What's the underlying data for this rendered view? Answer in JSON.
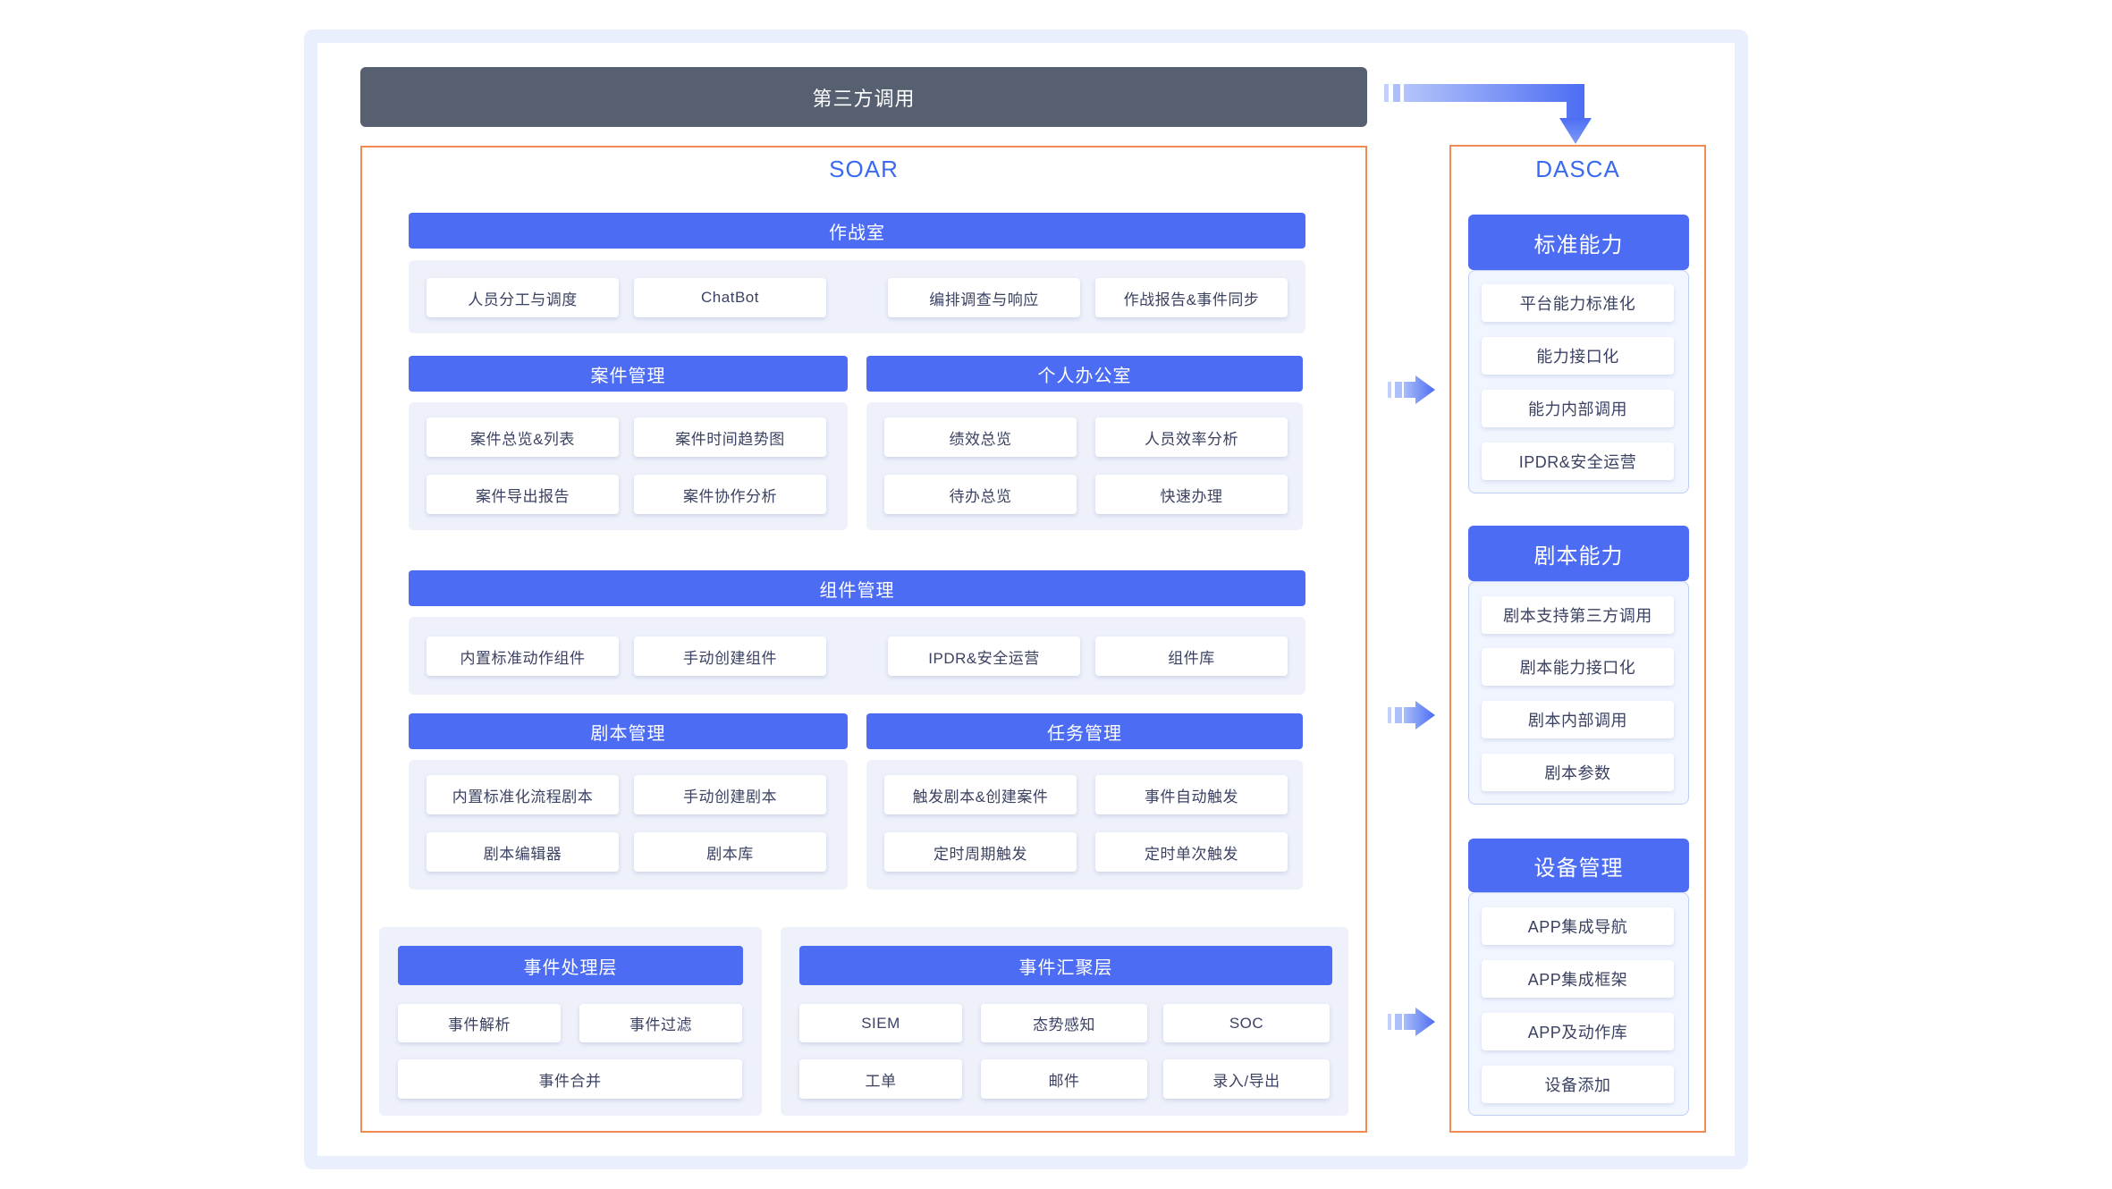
{
  "top_bar": {
    "label": "第三方调用"
  },
  "soar": {
    "title": "SOAR",
    "sections": {
      "war_room": {
        "header": "作战室",
        "cards": [
          "人员分工与调度",
          "ChatBot",
          "编排调查与响应",
          "作战报告&事件同步"
        ]
      },
      "case_mgmt": {
        "header": "案件管理",
        "cards": [
          "案件总览&列表",
          "案件时间趋势图",
          "案件导出报告",
          "案件协作分析"
        ]
      },
      "personal_office": {
        "header": "个人办公室",
        "cards": [
          "绩效总览",
          "人员效率分析",
          "待办总览",
          "快速办理"
        ]
      },
      "component_mgmt": {
        "header": "组件管理",
        "cards": [
          "内置标准动作组件",
          "手动创建组件",
          "IPDR&安全运营",
          "组件库"
        ]
      },
      "playbook_mgmt": {
        "header": "剧本管理",
        "cards": [
          "内置标准化流程剧本",
          "手动创建剧本",
          "剧本编辑器",
          "剧本库"
        ]
      },
      "task_mgmt": {
        "header": "任务管理",
        "cards": [
          "触发剧本&创建案件",
          "事件自动触发",
          "定时周期触发",
          "定时单次触发"
        ]
      },
      "event_processing": {
        "header": "事件处理层",
        "cards": [
          "事件解析",
          "事件过滤",
          "事件合并"
        ]
      },
      "event_aggregation": {
        "header": "事件汇聚层",
        "cards": [
          "SIEM",
          "态势感知",
          "SOC",
          "工单",
          "邮件",
          "录入/导出"
        ]
      }
    }
  },
  "dasca": {
    "title": "DASCA",
    "sections": [
      {
        "header": "标准能力",
        "cards": [
          "平台能力标准化",
          "能力接口化",
          "能力内部调用",
          "IPDR&安全运营"
        ]
      },
      {
        "header": "剧本能力",
        "cards": [
          "剧本支持第三方调用",
          "剧本能力接口化",
          "剧本内部调用",
          "剧本参数"
        ]
      },
      {
        "header": "设备管理",
        "cards": [
          "APP集成导航",
          "APP集成框架",
          "APP及动作库",
          "设备添加"
        ]
      }
    ]
  },
  "icons": {
    "elbow_arrow": "flow-arrow-down-icon",
    "small_arrows": "flow-arrow-right-icon"
  },
  "colors": {
    "header-blue": "#4B6CF3",
    "panel-bg": "#EEF1FA",
    "card-text": "#3B4262",
    "title-blue": "#3A6AF0",
    "orange-border": "#F28A55",
    "dark-bar": "#566070",
    "frame-blue": "#E9EFFC",
    "dasca-body-bg": "#F1F5FE",
    "dasca-body-border": "#BCCEF8",
    "arrow-light": "#B4C4FA",
    "arrow-dark": "#4C6DF3"
  }
}
